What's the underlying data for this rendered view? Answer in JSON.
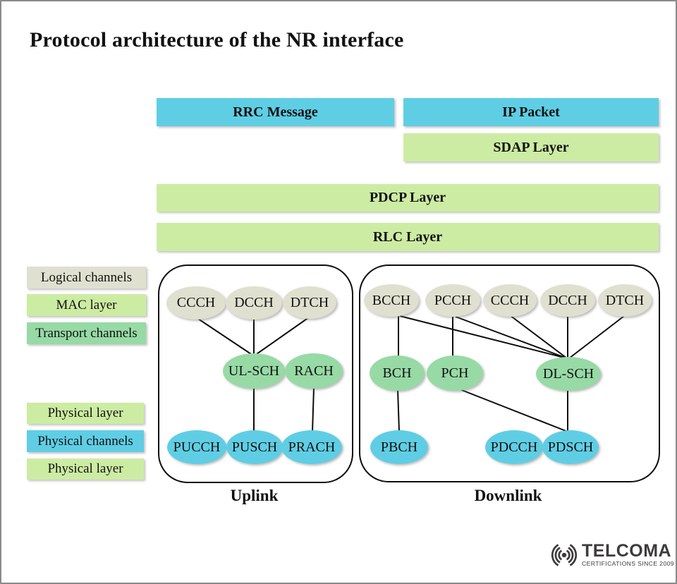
{
  "title": "Protocol architecture of the NR interface",
  "stack": {
    "rrc_message": "RRC Message",
    "ip_packet": "IP Packet",
    "sdap_layer": "SDAP Layer",
    "pdcp_layer": "PDCP Layer",
    "rlc_layer": "RLC Layer"
  },
  "side_labels": [
    {
      "label": "Logical channels",
      "color": "beige"
    },
    {
      "label": "MAC layer",
      "color": "light_green"
    },
    {
      "label": "Transport channels",
      "color": "green"
    },
    {
      "label": "Physical layer",
      "color": "light_green"
    },
    {
      "label": "Physical channels",
      "color": "blue"
    },
    {
      "label": "Physical layer",
      "color": "light_green"
    }
  ],
  "uplink": {
    "caption": "Uplink",
    "logical": [
      "CCCH",
      "DCCH",
      "DTCH"
    ],
    "transport": [
      "UL-SCH",
      "RACH"
    ],
    "physical": [
      "PUCCH",
      "PUSCH",
      "PRACH"
    ]
  },
  "downlink": {
    "caption": "Downlink",
    "logical": [
      "BCCH",
      "PCCH",
      "CCCH",
      "DCCH",
      "DTCH"
    ],
    "transport": [
      "BCH",
      "PCH",
      "DL-SCH"
    ],
    "physical": [
      "PBCH",
      "PDCCH",
      "PDSCH"
    ]
  },
  "colors": {
    "blue": "#5fcee4",
    "light_green": "#cdeca3",
    "beige": "#e0e0d0",
    "green": "#97daa5",
    "line_black": "#0d0d0d",
    "logo_gray": "#3d3b3c"
  },
  "logo": {
    "brand": "TELCOMA",
    "tagline": "CERTIFICATIONS SINCE 2009"
  }
}
